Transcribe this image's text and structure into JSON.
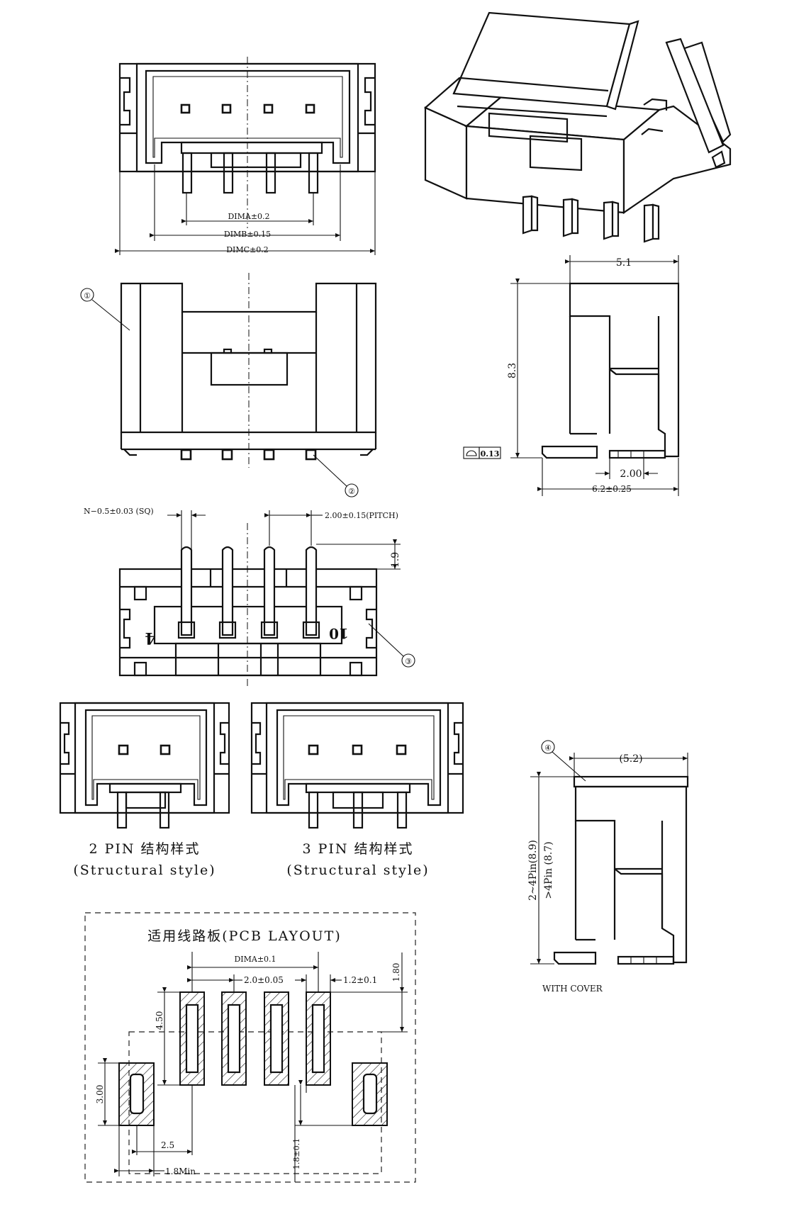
{
  "front_view": {
    "dim_a": "DIMA±0.2",
    "dim_b": "DIMB±0.15",
    "dim_c": "DIMC±0.2"
  },
  "side_view": {
    "width": "5.1",
    "height": "8.3",
    "flatness_value": "0.13",
    "pin_pitch": "2.00",
    "depth": "6.2±0.25"
  },
  "callouts": {
    "c1": "①",
    "c2": "②",
    "c3": "③",
    "c4": "④"
  },
  "bottom_view": {
    "pin_size": "N−0.5±0.03 (SQ)",
    "pitch": "2.00±0.15(PITCH)",
    "pin_length": "1.9",
    "marking_first": "4",
    "marking_last": "10"
  },
  "variants": {
    "two_pin_cn": "2 PIN 结构样式",
    "two_pin_en": "(Structural style)",
    "three_pin_cn": "3 PIN 结构样式",
    "three_pin_en": "(Structural style)"
  },
  "cover_view": {
    "width": "(5.2)",
    "height_le4": "2~4Pin(8.9)",
    "height_gt4": ">4Pin (8.7)",
    "label": "WITH COVER"
  },
  "pcb_layout": {
    "title": "适用线路板(PCB LAYOUT)",
    "dim_a": "DIMA±0.1",
    "pitch": "2.0±0.05",
    "pad_width": "1.2±0.1",
    "pad_offset": "1.80",
    "pad_length": "4.50",
    "anchor_height": "3.00",
    "anchor_gap": "2.5",
    "anchor_width": "1.8Min",
    "anchor_offset": "1.8±0.1"
  }
}
